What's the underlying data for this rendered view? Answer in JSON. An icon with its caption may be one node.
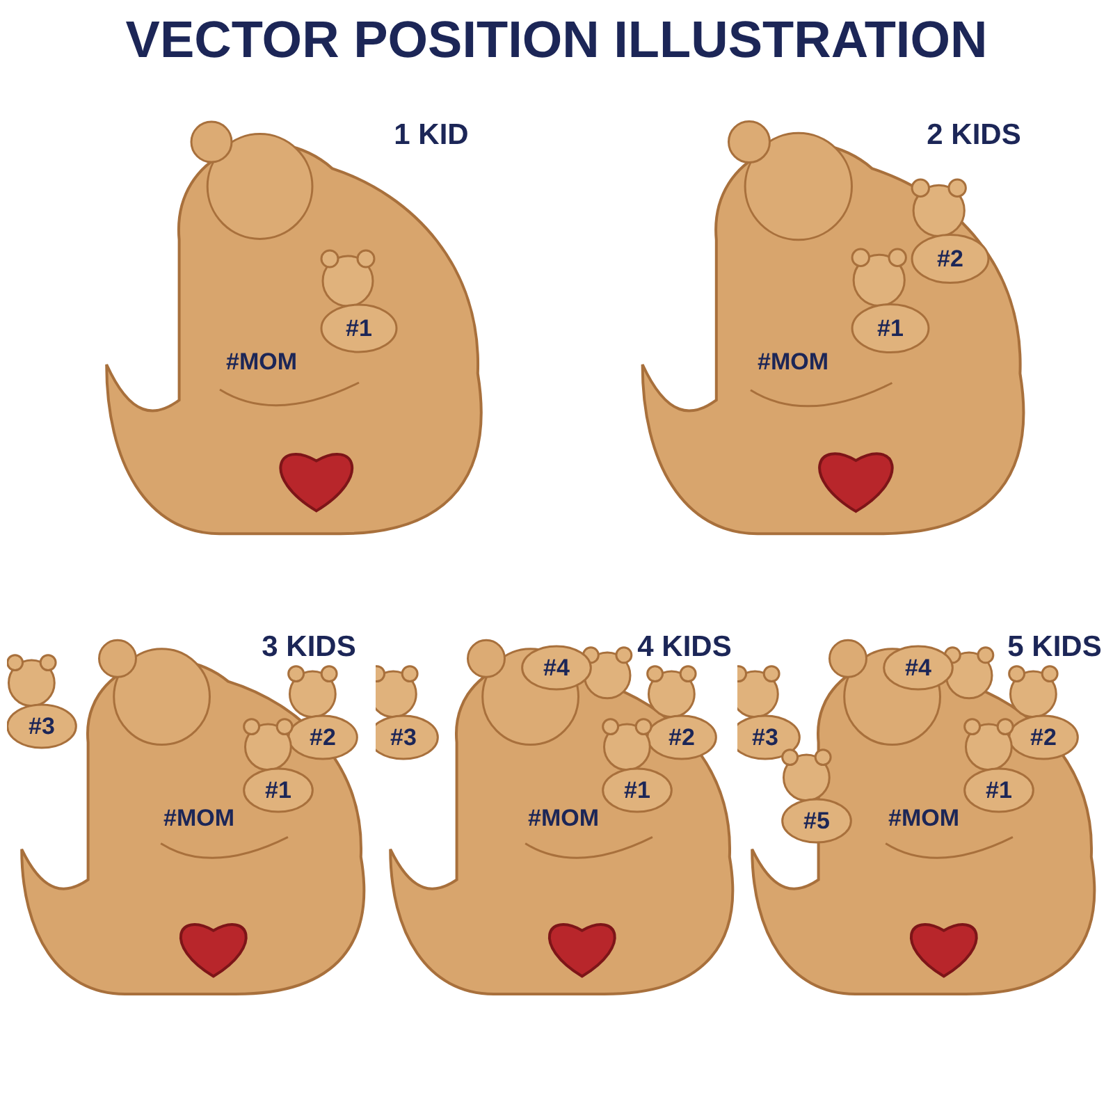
{
  "diagram": {
    "title": "VECTOR POSITION ILLUSTRATION",
    "nodes": [
      {
        "text": [
          "1 KID"
        ]
      },
      {
        "text": [
          "#1"
        ],
        "in": 0
      },
      {
        "text": [
          "#MOM"
        ],
        "in": 0
      },
      {
        "text": [
          "2 KIDS"
        ]
      },
      {
        "text": [
          "#2"
        ],
        "in": 3
      },
      {
        "text": [
          "#1"
        ],
        "in": 3
      },
      {
        "text": [
          "#MOM"
        ],
        "in": 3
      },
      {
        "text": [
          "3 KIDS"
        ]
      },
      {
        "text": [
          "#3"
        ],
        "in": 7
      },
      {
        "text": [
          "#2"
        ],
        "in": 7
      },
      {
        "text": [
          "#1"
        ],
        "in": 7
      },
      {
        "text": [
          "#MOM"
        ],
        "in": 7
      },
      {
        "text": [
          "4 KIDS"
        ]
      },
      {
        "text": [
          "#4"
        ],
        "in": 12
      },
      {
        "text": [
          "#3"
        ],
        "in": 12
      },
      {
        "text": [
          "#2"
        ],
        "in": 12
      },
      {
        "text": [
          "#1"
        ],
        "in": 12
      },
      {
        "text": [
          "#MOM"
        ],
        "in": 12
      },
      {
        "text": [
          "5 KIDS"
        ]
      },
      {
        "text": [
          "#4"
        ],
        "in": 18
      },
      {
        "text": [
          "#3"
        ],
        "in": 18
      },
      {
        "text": [
          "#2"
        ],
        "in": 18
      },
      {
        "text": [
          "#1"
        ],
        "in": 18
      },
      {
        "text": [
          "#MOM"
        ],
        "in": 18
      },
      {
        "text": [
          "#5"
        ],
        "in": 18
      }
    ]
  }
}
